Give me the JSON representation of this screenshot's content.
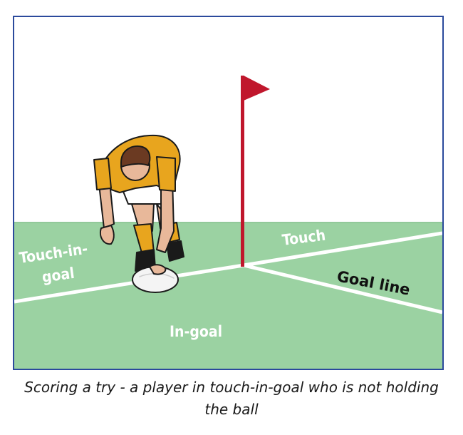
{
  "labels": {
    "touch_in_goal_line1": "Touch-in-",
    "touch_in_goal_line2": "goal",
    "touch": "Touch",
    "goal_line": "Goal line",
    "in_goal": "In-goal"
  },
  "caption": {
    "line1": "Scoring a try - a player in touch-in-goal who is not holding",
    "line2": "the ball"
  },
  "colors": {
    "frame_border": "#2b4a9c",
    "field_green": "#9bd2a2",
    "flag_red": "#c0172c",
    "jersey_yellow": "#e8a51e",
    "field_lines": "#ffffff"
  }
}
